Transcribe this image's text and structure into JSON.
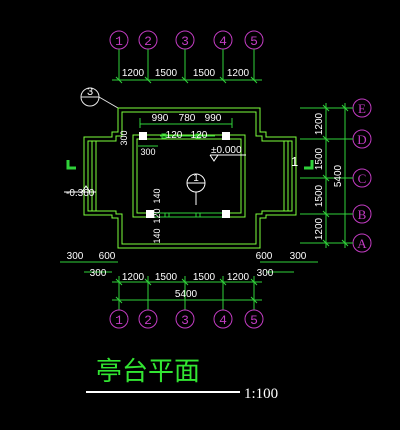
{
  "colors": {
    "background": "#000000",
    "axis_bubble": "#c23cc2",
    "dimension_line": "#2fd23a",
    "wall": "#7cff3c",
    "text": "#ffffff",
    "title": "#32e632",
    "leader": "#e6e6e6"
  },
  "axes_top": [
    "1",
    "2",
    "3",
    "4",
    "5"
  ],
  "axes_bottom": [
    "1",
    "2",
    "3",
    "4",
    "5"
  ],
  "axes_right": [
    "E",
    "D",
    "C",
    "B",
    "A"
  ],
  "dims_top": [
    "1200",
    "1500",
    "1500",
    "1200"
  ],
  "dims_top_inner": [
    "990",
    "780",
    "990"
  ],
  "dims_inner_secondary": [
    "120",
    "120"
  ],
  "dims_bottom": [
    "1200",
    "1500",
    "1500",
    "1200"
  ],
  "dim_bottom_total": "5400",
  "dims_right": [
    "1200",
    "1500",
    "1500",
    "1200"
  ],
  "dim_right_total": "5400",
  "dims_left_vertical": [
    "300"
  ],
  "dim_left_small": "300",
  "dims_bottom_left": [
    "300",
    "600"
  ],
  "dim_bottom_left_sub": "300",
  "dims_bottom_right": [
    "600",
    "300"
  ],
  "dim_bottom_right_sub": "300",
  "dims_center_vertical": [
    "140",
    "120",
    "140"
  ],
  "elevation_floor": "±0.000",
  "elevation_outside": "-0.360",
  "section_mark": "1",
  "detail_ref": "3",
  "title": "亭台平面",
  "scale": "1:100"
}
